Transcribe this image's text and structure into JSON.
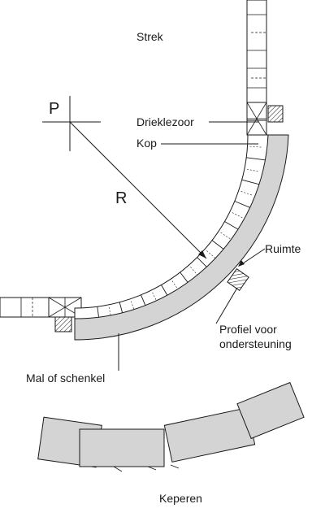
{
  "diagram": {
    "labels": {
      "strek": "Strek",
      "p": "P",
      "drieklezoor": "Drieklezoor",
      "kop": "Kop",
      "r": "R",
      "ruimte": "Ruimte",
      "profiel_line1": "Profiel voor",
      "profiel_line2": "ondersteuning",
      "mal": "Mal of schenkel",
      "keperen": "Keperen"
    },
    "colors": {
      "line": "#1a1a1a",
      "mould_fill": "#d4d4d4",
      "background": "#ffffff"
    },
    "arch": {
      "brick_count": 12,
      "angle_start_deg": 0,
      "angle_end_deg": 90
    },
    "keperen_block_count": 4
  }
}
